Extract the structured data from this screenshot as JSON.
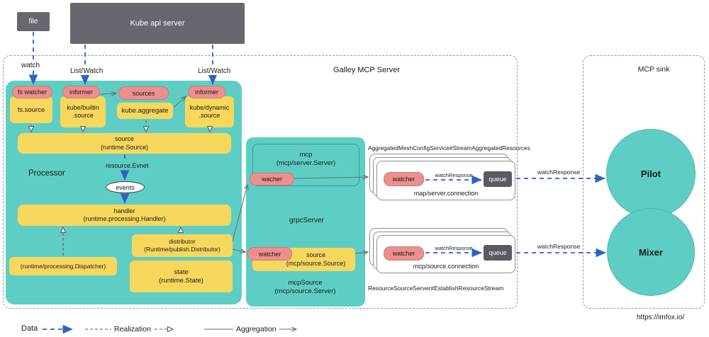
{
  "top": {
    "file": "file",
    "kube_api_server": "Kube api server",
    "watch": "watch",
    "list_watch": "List/Watch"
  },
  "galley": {
    "title": "Galley MCP Server",
    "processor": {
      "title": "Processor",
      "fs_watcher": "fs watcher",
      "fs_source": "fs.source",
      "informer": "informer",
      "kube_builtin_source": "kube/builtin\n.source",
      "sources": "sources",
      "kube_aggregate": "kube.aggregate",
      "kube_dynamic_source": "kube/dynamic\n.source",
      "source": "source\n(runtime.Source)",
      "resource_event": "resource.Evnet",
      "events": "events",
      "handler": "handler\n(runtime.processing.Handler)",
      "dispatcher": "(runtime/processing.Dispatcher)",
      "distributor": "distributor\n(Runtime/publish.Distributor)",
      "state": "state\n(runtime.State)"
    },
    "mcp": {
      "server": "mcp\n(mcp/server.Server)",
      "wacher": "wacher",
      "grpc_server": "grpcServer",
      "watcher": "watcher",
      "source": "source\n(mcp/source.Source)",
      "mcp_source": "mcpSource\n(mcp/source.Server)"
    },
    "connections": {
      "aggregated_service": "AggregatedMeshConfigService#StreamAggregatedResources",
      "resource_service": "ResourceSourceServer#EstablishResourceStream",
      "watch_response": "watchResponse",
      "server_conn": {
        "watcher": "watcher",
        "queue": "queue",
        "label": "map/server.connection"
      },
      "source_conn": {
        "watcher": "watcher",
        "queue": "queue",
        "label": "mcp/source.connection"
      }
    }
  },
  "sink": {
    "title": "MCP sink",
    "pilot": "Pilot",
    "mixer": "Mixer"
  },
  "legend": {
    "data": "Data",
    "realization": "Realization",
    "aggregation": "Aggregation"
  },
  "footer": {
    "url": "https://imfox.io/"
  },
  "colors": {
    "teal": "#5ecec5",
    "yellow": "#f8d75d",
    "pink": "#ee8f8e",
    "gray": "#67676f",
    "queue": "#5a5a63",
    "blue": "#2e62c4"
  }
}
